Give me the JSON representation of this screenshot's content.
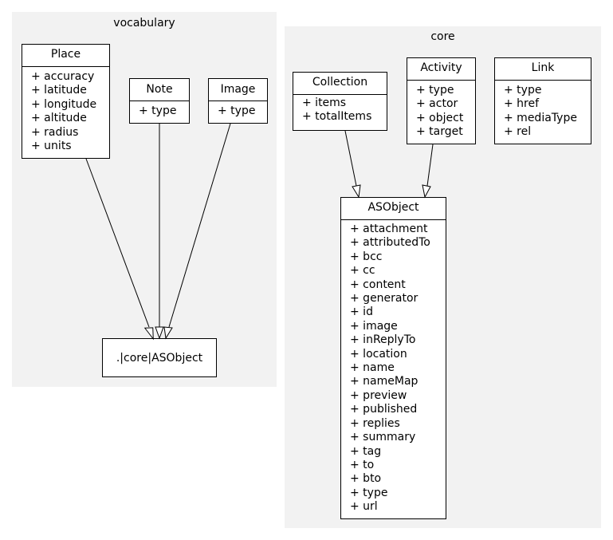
{
  "packages": {
    "vocabulary": {
      "title": "vocabulary"
    },
    "core": {
      "title": "core"
    }
  },
  "classes": {
    "place": {
      "name": "Place",
      "attributes": [
        "+ accuracy",
        "+ latitude",
        "+ longitude",
        "+ altitude",
        "+ radius",
        "+ units"
      ]
    },
    "note": {
      "name": "Note",
      "attributes": [
        "+ type"
      ]
    },
    "image": {
      "name": "Image",
      "attributes": [
        "+ type"
      ]
    },
    "collection": {
      "name": "Collection",
      "attributes": [
        "+ items",
        "+ totalItems"
      ]
    },
    "activity": {
      "name": "Activity",
      "attributes": [
        "+ type",
        "+ actor",
        "+ object",
        "+ target"
      ]
    },
    "link": {
      "name": "Link",
      "attributes": [
        "+ type",
        "+ href",
        "+ mediaType",
        "+ rel"
      ]
    },
    "asobject": {
      "name": "ASObject",
      "attributes": [
        "+ attachment",
        "+ attributedTo",
        "+ bcc",
        "+ cc",
        "+ content",
        "+ generator",
        "+ id",
        "+ image",
        "+ inReplyTo",
        "+ location",
        "+ name",
        "+ nameMap",
        "+ preview",
        "+ published",
        "+ replies",
        "+ summary",
        "+ tag",
        "+ to",
        "+ bto",
        "+ type",
        "+ url"
      ]
    }
  },
  "external_ref": {
    "label": ".|core|ASObject"
  },
  "relations": [
    {
      "from": "Place",
      "to": ".|core|ASObject",
      "kind": "generalization"
    },
    {
      "from": "Note",
      "to": ".|core|ASObject",
      "kind": "generalization"
    },
    {
      "from": "Image",
      "to": ".|core|ASObject",
      "kind": "generalization"
    },
    {
      "from": "Collection",
      "to": "ASObject",
      "kind": "generalization"
    },
    {
      "from": "Activity",
      "to": "ASObject",
      "kind": "generalization"
    }
  ]
}
